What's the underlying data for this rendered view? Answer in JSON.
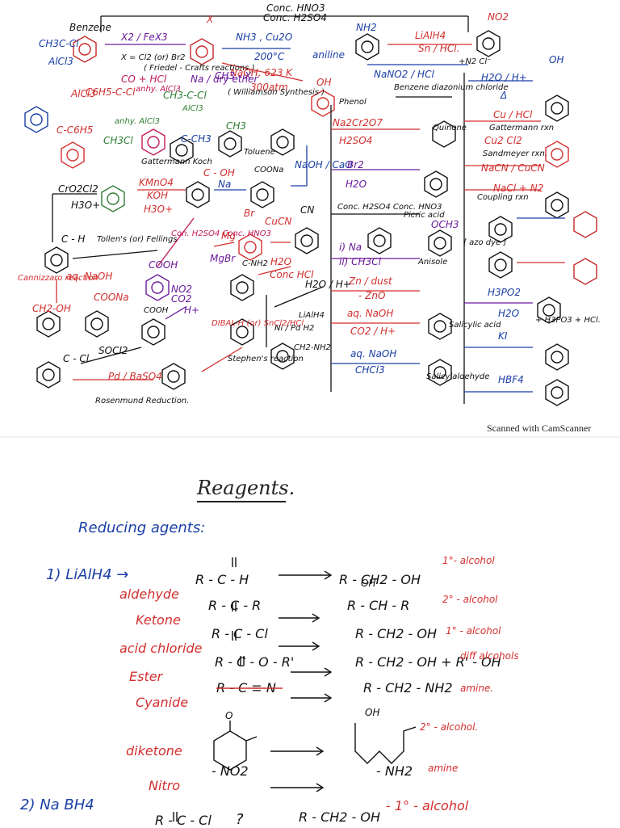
{
  "scan_notice": "Scanned with CamScanner",
  "top_half": {
    "labels": [
      {
        "id": "benzene",
        "text": "Benzene",
        "cls": "black md"
      },
      {
        "id": "conc_hno3",
        "text": "Conc. HNO3",
        "cls": "black md"
      },
      {
        "id": "conc_h2so4",
        "text": "Conc. H2SO4",
        "cls": "black md"
      },
      {
        "id": "no2",
        "text": "NO2",
        "cls": "red md"
      },
      {
        "id": "x_label",
        "text": "X",
        "cls": "red md"
      },
      {
        "id": "nh2",
        "text": "NH2",
        "cls": "blue md"
      },
      {
        "id": "x2_fex3",
        "text": "X2 / FeX3",
        "cls": "purple md"
      },
      {
        "id": "x_eq",
        "text": "X = Cl2 (or) Br2",
        "cls": "black sm"
      },
      {
        "id": "friedel",
        "text": "( Friedel - Crafts reactions )",
        "cls": "black sm"
      },
      {
        "id": "nh3_cu2o",
        "text": "NH3 , Cu2O",
        "cls": "blue md"
      },
      {
        "id": "deg200",
        "text": "200°C",
        "cls": "blue md"
      },
      {
        "id": "aniline",
        "text": "aniline",
        "cls": "blue md"
      },
      {
        "id": "lialh4_sn",
        "text": "LiAlH4",
        "cls": "red md"
      },
      {
        "id": "sn_hcl",
        "text": "Sn / HCl.",
        "cls": "red md"
      },
      {
        "id": "oh_top",
        "text": "OH",
        "cls": "blue md"
      },
      {
        "id": "nano2_hcl",
        "text": "NaNO2 / HCl",
        "cls": "blue md"
      },
      {
        "id": "n2cl",
        "text": "+N2 Cl⁻",
        "cls": "black sm"
      },
      {
        "id": "h2o_h",
        "text": "H2O / H+",
        "cls": "blue md"
      },
      {
        "id": "delta",
        "text": "Δ",
        "cls": "blue md"
      },
      {
        "id": "benzene_diaz",
        "text": "Benzene diazonium chloride",
        "cls": "black sm"
      },
      {
        "id": "naoh_623",
        "text": "NaOH, 623 K",
        "cls": "red md"
      },
      {
        "id": "atm300",
        "text": "300atm",
        "cls": "red md"
      },
      {
        "id": "oh_phenol",
        "text": "OH",
        "cls": "red md"
      },
      {
        "id": "phenol",
        "text": "Phenol",
        "cls": "black sm"
      },
      {
        "id": "ch3cocl",
        "text": "CH3C-Cl",
        "cls": "blue md"
      },
      {
        "id": "alcl3",
        "text": "AlCl3",
        "cls": "blue md"
      },
      {
        "id": "alcl3b",
        "text": "AlCl3",
        "cls": "red md"
      },
      {
        "id": "c6h5cocl",
        "text": "C6H5-C-Cl",
        "cls": "red md"
      },
      {
        "id": "co_hcl",
        "text": "CO + HCl",
        "cls": "magenta md"
      },
      {
        "id": "anhy",
        "text": "anhy. AlCl3",
        "cls": "magenta sm"
      },
      {
        "id": "ch3cl",
        "text": "CH3Cl",
        "cls": "green md"
      },
      {
        "id": "anhy2",
        "text": "anhy. AlCl3",
        "cls": "green sm"
      },
      {
        "id": "c6h5",
        "text": "C-C6H5",
        "cls": "red md"
      },
      {
        "id": "ch3_ketone",
        "text": "C-CH3",
        "cls": "blue md"
      },
      {
        "id": "ch3_tol",
        "text": "CH3",
        "cls": "green md"
      },
      {
        "id": "toluene",
        "text": "Toluene",
        "cls": "black sm"
      },
      {
        "id": "gattermann_koch",
        "text": "Gattermann Koch",
        "cls": "black sm"
      },
      {
        "id": "na_dry",
        "text": "Na / dry ether",
        "cls": "purple md"
      },
      {
        "id": "ch3x",
        "text": "CH3 - X",
        "cls": "purple md"
      },
      {
        "id": "williamson",
        "text": "( Williamson Synthesis )",
        "cls": "black sm"
      },
      {
        "id": "ch3cl2",
        "text": "CH3-C-Cl",
        "cls": "green md"
      },
      {
        "id": "alcl3c",
        "text": "AlCl3",
        "cls": "green sm"
      },
      {
        "id": "cooh",
        "text": "C - OH",
        "cls": "red md"
      },
      {
        "id": "kmno4",
        "text": "KMnO4",
        "cls": "red md"
      },
      {
        "id": "koh",
        "text": "KOH",
        "cls": "red md"
      },
      {
        "id": "h3o",
        "text": "H3O+",
        "cls": "red md"
      },
      {
        "id": "na",
        "text": "Na",
        "cls": "blue md"
      },
      {
        "id": "coona",
        "text": "COONa",
        "cls": "black sm"
      },
      {
        "id": "naoh_cao",
        "text": "NaOH / CaO",
        "cls": "blue md"
      },
      {
        "id": "na2cr2o7",
        "text": "Na2Cr2O7",
        "cls": "red md"
      },
      {
        "id": "h2so4",
        "text": "H2SO4",
        "cls": "red md"
      },
      {
        "id": "quinone",
        "text": "Quinone",
        "cls": "black sm"
      },
      {
        "id": "br2",
        "text": "Br2",
        "cls": "purple md"
      },
      {
        "id": "h2o",
        "text": "H2O",
        "cls": "purple md"
      },
      {
        "id": "cu_hcl",
        "text": "Cu / HCl",
        "cls": "red md"
      },
      {
        "id": "gattermann_rxn",
        "text": "Gattermann rxn",
        "cls": "black sm"
      },
      {
        "id": "cu2cl2",
        "text": "Cu2 Cl2",
        "cls": "red md"
      },
      {
        "id": "sandmeyer",
        "text": "Sandmeyer rxn.",
        "cls": "black sm"
      },
      {
        "id": "nacn_cucn",
        "text": "NaCN / CuCN",
        "cls": "red md"
      },
      {
        "id": "nacl_n2",
        "text": "NaCl + N2",
        "cls": "red md"
      },
      {
        "id": "cro2cl2",
        "text": "CrO2Cl2",
        "cls": "black md"
      },
      {
        "id": "h3o2",
        "text": "H3O+",
        "cls": "black md"
      },
      {
        "id": "tollens",
        "text": "Tollen's (or) Fellings",
        "cls": "black sm"
      },
      {
        "id": "conc_h2so4b",
        "text": "Con. H2SO4 Conc. HNO3",
        "cls": "magenta sm"
      },
      {
        "id": "mg",
        "text": "Mg",
        "cls": "red md"
      },
      {
        "id": "br_top",
        "text": "Br",
        "cls": "red md"
      },
      {
        "id": "cucn",
        "text": "CuCN",
        "cls": "red md"
      },
      {
        "id": "cn",
        "text": "CN",
        "cls": "black md"
      },
      {
        "id": "conc_h2so4c",
        "text": "Conc. H2SO4 Conc. HNO3",
        "cls": "black sm"
      },
      {
        "id": "picric",
        "text": "Picric acid",
        "cls": "black sm"
      },
      {
        "id": "och3",
        "text": "OCH3",
        "cls": "purple md"
      },
      {
        "id": "na2",
        "text": "i) Na",
        "cls": "purple md"
      },
      {
        "id": "ch3cl3",
        "text": "ii) CH3Cl",
        "cls": "purple md"
      },
      {
        "id": "anisole",
        "text": "Anisole",
        "cls": "black sm"
      },
      {
        "id": "zn_dust",
        "text": "Zn / dust",
        "cls": "red md"
      },
      {
        "id": "zno",
        "text": "- ZnO",
        "cls": "red md"
      },
      {
        "id": "canizzaro",
        "text": "Cannizzaro reaction",
        "cls": "red sm"
      },
      {
        "id": "cho",
        "text": "C - H",
        "cls": "black md"
      },
      {
        "id": "aq_naoh",
        "text": "aq. NaOH",
        "cls": "red md"
      },
      {
        "id": "ch2oh",
        "text": "CH2-OH",
        "cls": "red md"
      },
      {
        "id": "coona2",
        "text": "COONa",
        "cls": "red md"
      },
      {
        "id": "cooh2",
        "text": "COOH",
        "cls": "black sm"
      },
      {
        "id": "co2",
        "text": "CO2",
        "cls": "purple md"
      },
      {
        "id": "hplus",
        "text": "H+",
        "cls": "purple md"
      },
      {
        "id": "mgbr",
        "text": "MgBr",
        "cls": "purple md"
      },
      {
        "id": "cooh3",
        "text": "COOH",
        "cls": "purple md"
      },
      {
        "id": "no2b",
        "text": "NO2",
        "cls": "purple md"
      },
      {
        "id": "c_nh2",
        "text": "C-NH2",
        "cls": "black sm"
      },
      {
        "id": "h2o_b",
        "text": "H2O",
        "cls": "red md"
      },
      {
        "id": "conc_hcl",
        "text": "Conc HCl",
        "cls": "red md"
      },
      {
        "id": "h2o_h2",
        "text": "H2O / H+",
        "cls": "black md"
      },
      {
        "id": "lialh4b",
        "text": "LiAlH4",
        "cls": "black sm"
      },
      {
        "id": "ni_pd",
        "text": "Ni / Pd H2",
        "cls": "black sm"
      },
      {
        "id": "ch2nh2",
        "text": "CH2-NH2",
        "cls": "black sm"
      },
      {
        "id": "aq_naoh2",
        "text": "aq. NaOH",
        "cls": "red md"
      },
      {
        "id": "co2h",
        "text": "CO2 / H+",
        "cls": "red md"
      },
      {
        "id": "salicylic",
        "text": "Salicylic acid",
        "cls": "black sm"
      },
      {
        "id": "aq_naoh3",
        "text": "aq. NaOH",
        "cls": "blue md"
      },
      {
        "id": "chcl3",
        "text": "CHCl3",
        "cls": "blue md"
      },
      {
        "id": "salicylaldehyde",
        "text": "Salicylaldehyde",
        "cls": "black sm"
      },
      {
        "id": "soclz",
        "text": "SOCl2",
        "cls": "black md"
      },
      {
        "id": "c_cl",
        "text": "C - Cl",
        "cls": "black md"
      },
      {
        "id": "pd_baso4",
        "text": "Pd / BaSO4",
        "cls": "red md"
      },
      {
        "id": "rosenmund",
        "text": "Rosenmund Reduction.",
        "cls": "black sm"
      },
      {
        "id": "dibal",
        "text": "DIBAL-H (or) SnCl2/HCl",
        "cls": "red sm"
      },
      {
        "id": "stephens",
        "text": "Stephen's reaction",
        "cls": "black sm"
      },
      {
        "id": "h3po2",
        "text": "H3PO2",
        "cls": "blue md"
      },
      {
        "id": "h2o_c",
        "text": "H2O",
        "cls": "blue md"
      },
      {
        "id": "h3po3",
        "text": "+ H3PO3 + HCl.",
        "cls": "black sm"
      },
      {
        "id": "ki",
        "text": "KI",
        "cls": "blue md"
      },
      {
        "id": "hbf4",
        "text": "HBF4",
        "cls": "blue md"
      },
      {
        "id": "azo",
        "text": "[ azo dye ]",
        "cls": "black sm"
      },
      {
        "id": "coupling",
        "text": "Coupling rxn",
        "cls": "black sm"
      }
    ]
  },
  "reagents": {
    "title": "Reagents.",
    "section": "Reducing agents:",
    "lialh4": {
      "label": "1) LiAlH4 →",
      "rows": [
        {
          "name": "aldehyde",
          "reactant": "R - C - H",
          "product": "R - CH2 - OH",
          "type": "1°- alcohol"
        },
        {
          "name": "Ketone",
          "reactant": "R - C - R",
          "product": "R - CH - R",
          "type": "2° - alcohol"
        },
        {
          "name": "acid chloride",
          "reactant": "R - C - Cl",
          "product": "R - CH2 - OH",
          "type": "1° - alcohol"
        },
        {
          "name": "Ester",
          "reactant": "R - C - O - R'",
          "product": "R - CH2 - OH + R' - OH",
          "type": "diff alcohols"
        },
        {
          "name": "Cyanide",
          "reactant": "R - C ≡ N",
          "product": "R - CH2 - NH2",
          "type": "amine."
        },
        {
          "name": "diketone",
          "reactant": "",
          "product": "",
          "type": "2° - alcohol."
        },
        {
          "name": "Nitro",
          "reactant": "- NO2",
          "product": "- NH2",
          "type": "amine"
        }
      ],
      "oh_labels": [
        "OH",
        "OH"
      ],
      "o_label": "O"
    },
    "nabh4": {
      "label": "2) Na BH4",
      "reactant": "R - C - Cl",
      "q": "?",
      "product": "R - CH2 - OH",
      "type": "- 1° - alcohol"
    }
  }
}
